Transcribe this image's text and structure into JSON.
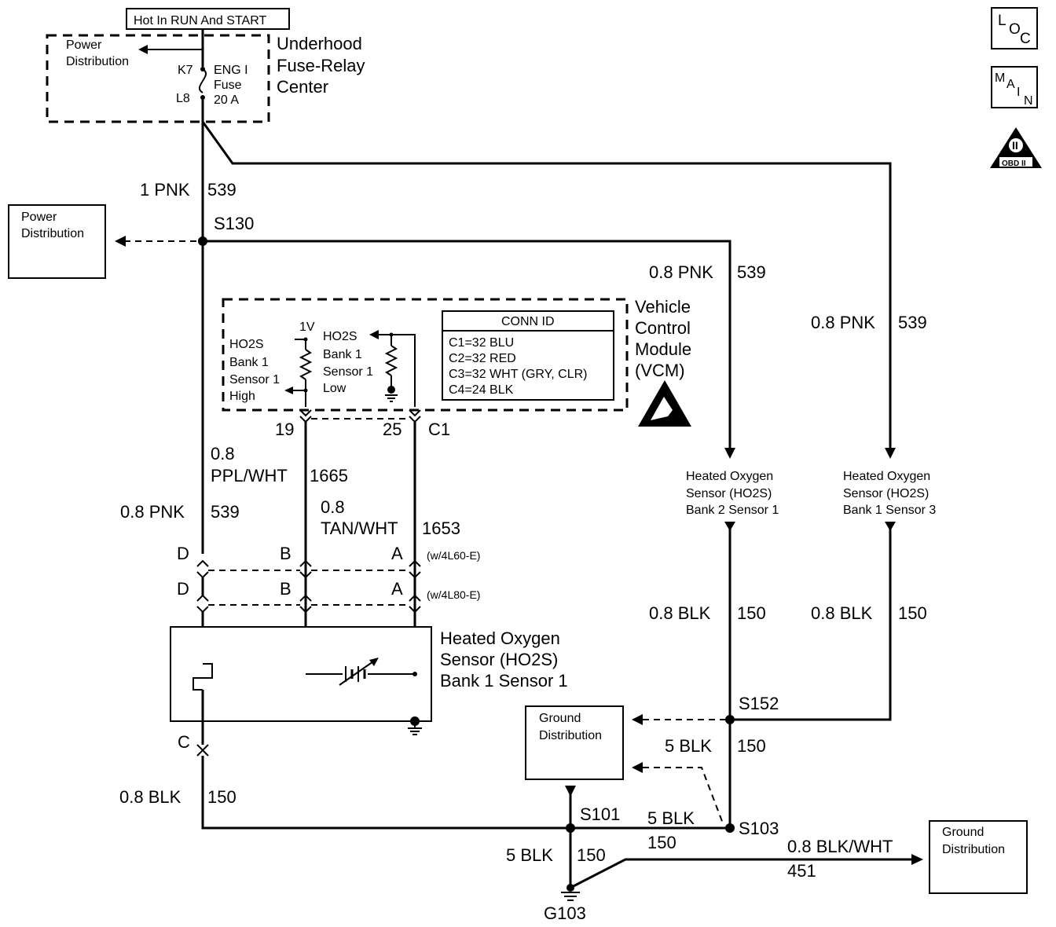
{
  "header": {
    "hot_label": "Hot In RUN And START"
  },
  "fuse_block": {
    "title_lines": [
      "Underhood",
      "Fuse-Relay",
      "Center"
    ],
    "power_dist_lines": [
      "Power",
      "Distribution"
    ],
    "k7": "K7",
    "l8": "L8",
    "fuse_lines": [
      "ENG I",
      "Fuse",
      "20 A"
    ]
  },
  "nav_icons": {
    "loc": [
      "L",
      "O",
      "C"
    ],
    "main": [
      "M",
      "A",
      "I",
      "N"
    ],
    "obd": [
      "II",
      "OBD II"
    ]
  },
  "wires": {
    "pnk1": [
      "1 PNK",
      "539"
    ],
    "pnk08_left": [
      "0.8 PNK",
      "539"
    ],
    "pnk08_mid": [
      "0.8 PNK",
      "539"
    ],
    "pnk08_right": [
      "0.8 PNK",
      "539"
    ],
    "ppl": [
      "0.8",
      "PPL/WHT",
      "1665"
    ],
    "tan": [
      "0.8",
      "TAN/WHT",
      "1653"
    ],
    "blk_left": [
      "0.8 BLK",
      "150"
    ],
    "blk_mid": [
      "0.8 BLK",
      "150"
    ],
    "blk_right": [
      "0.8 BLK",
      "150"
    ],
    "blk5_a": [
      "5 BLK",
      "150"
    ],
    "blk5_b": [
      "5 BLK",
      "150"
    ],
    "blk5_c": [
      "5 BLK",
      "150"
    ],
    "blkwht": [
      "0.8 BLK/WHT",
      "451"
    ]
  },
  "splices": {
    "s130": "S130",
    "s152": "S152",
    "s101": "S101",
    "s103": "S103",
    "g103": "G103"
  },
  "power_dist_box": [
    "Power",
    "Distribution"
  ],
  "vcm": {
    "title_lines": [
      "Vehicle",
      "Control",
      "Module",
      "(VCM)"
    ],
    "high_lines": [
      "HO2S",
      "Bank 1",
      "Sensor 1",
      "High"
    ],
    "v1": "1V",
    "low_lines": [
      "HO2S",
      "Bank 1",
      "Sensor 1",
      "Low"
    ],
    "conn_title": "CONN ID",
    "conn_lines": [
      "C1=32 BLU",
      "C2=32 RED",
      "C3=32 WHT (GRY, CLR)",
      "C4=24 BLK"
    ],
    "pin19": "19",
    "pin25": "25",
    "c1": "C1"
  },
  "connectors": {
    "d1": "D",
    "b1": "B",
    "a1": "A",
    "w60": "(w/4L60-E)",
    "d2": "D",
    "b2": "B",
    "a2": "A",
    "w80": "(w/4L80-E)",
    "c": "C"
  },
  "sensor_main": [
    "Heated Oxygen",
    "Sensor (HO2S)",
    "Bank 1 Sensor 1"
  ],
  "sensor_b2s1": [
    "Heated Oxygen",
    "Sensor (HO2S)",
    "Bank 2 Sensor 1"
  ],
  "sensor_b1s3": [
    "Heated Oxygen",
    "Sensor (HO2S)",
    "Bank 1 Sensor 3"
  ],
  "ground_dist_mid": [
    "Ground",
    "Distribution"
  ],
  "ground_dist_right": [
    "Ground",
    "Distribution"
  ]
}
